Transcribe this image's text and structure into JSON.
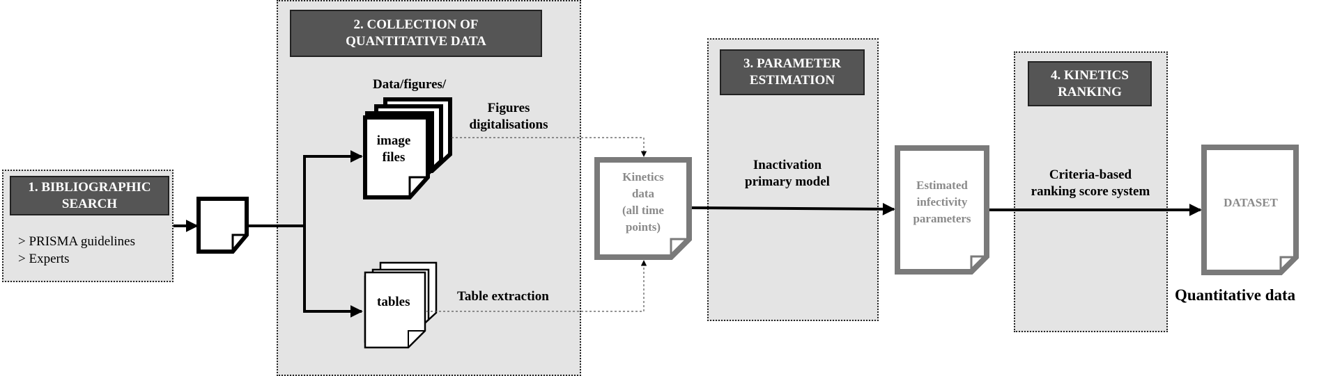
{
  "stages": {
    "s1": {
      "header": "1. BIBLIOGRAPHIC\nSEARCH",
      "items": [
        "> PRISMA guidelines",
        "> Experts"
      ]
    },
    "s2": {
      "header": "2. COLLECTION OF\nQUANTITATIVE DATA",
      "doc_label": "Data/figures/",
      "image_files": "image\nfiles",
      "tables": "tables",
      "figures_label": "Figures\ndigitalisations",
      "table_label": "Table extraction"
    },
    "s3": {
      "header": "3. PARAMETER\nESTIMATION",
      "model_label": "Inactivation\nprimary model"
    },
    "s4": {
      "header": "4. KINETICS\nRANKING",
      "ranking_label": "Criteria-based\nranking score system"
    }
  },
  "documents": {
    "kinetics": "Kinetics\ndata\n(all time\npoints)",
    "estimated": "Estimated\ninfectivity\nparameters",
    "dataset": "DATASET"
  },
  "output_label": "Quantitative data",
  "colors": {
    "panel_fill": "#e4e4e4",
    "header_fill": "#555555",
    "doc_gray": "#7a7a7a",
    "gray_text": "#8a8a8a"
  }
}
